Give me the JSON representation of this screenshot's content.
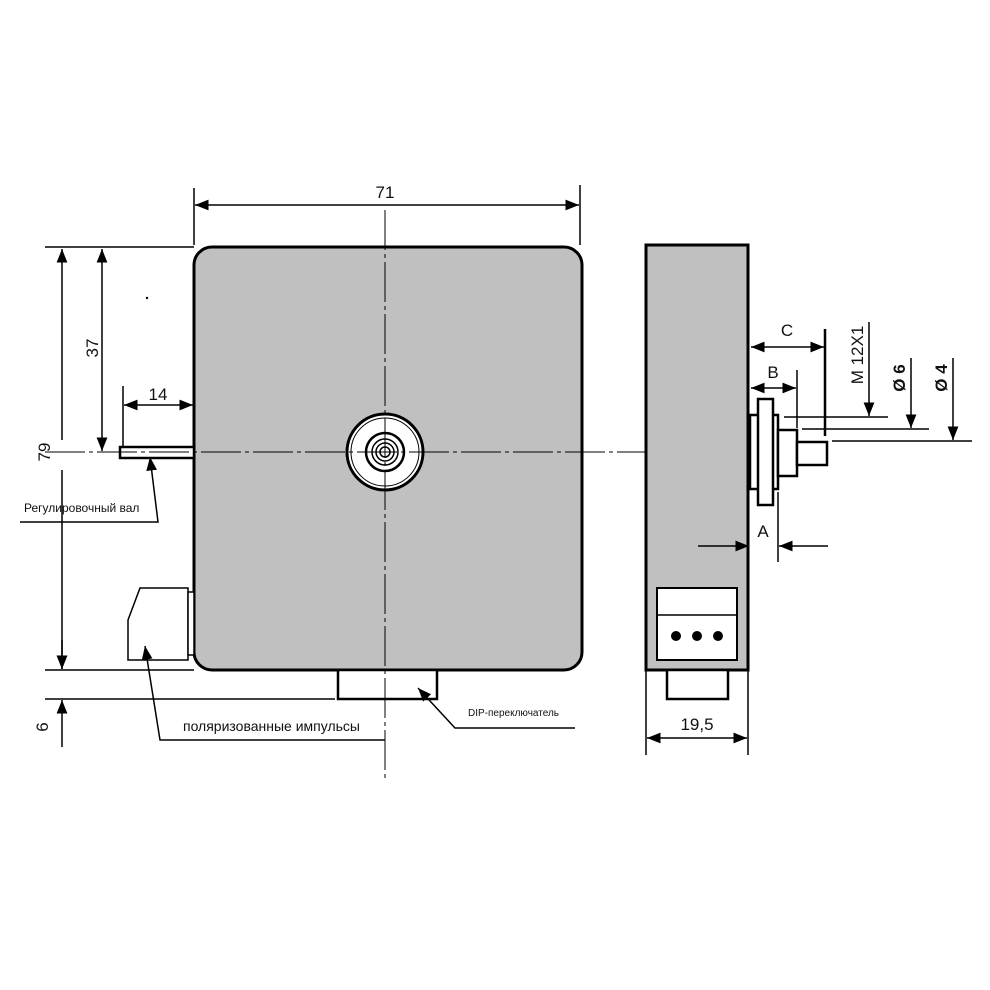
{
  "dimensions": {
    "width": "71",
    "height": "79",
    "shaft_offset": "37",
    "shaft_length": "14",
    "bottom_gap": "6",
    "depth": "19,5",
    "a": "A",
    "b": "B",
    "c": "C",
    "thread": "M 12X1",
    "dia6": "Ø 6",
    "dia4": "Ø 4"
  },
  "labels": {
    "shaft": "Регулировочный вал",
    "pulses": "поляризованные импульсы",
    "dip": "DIP-переключатель"
  },
  "colors": {
    "body": "#c0c0c0",
    "line": "#000000"
  }
}
